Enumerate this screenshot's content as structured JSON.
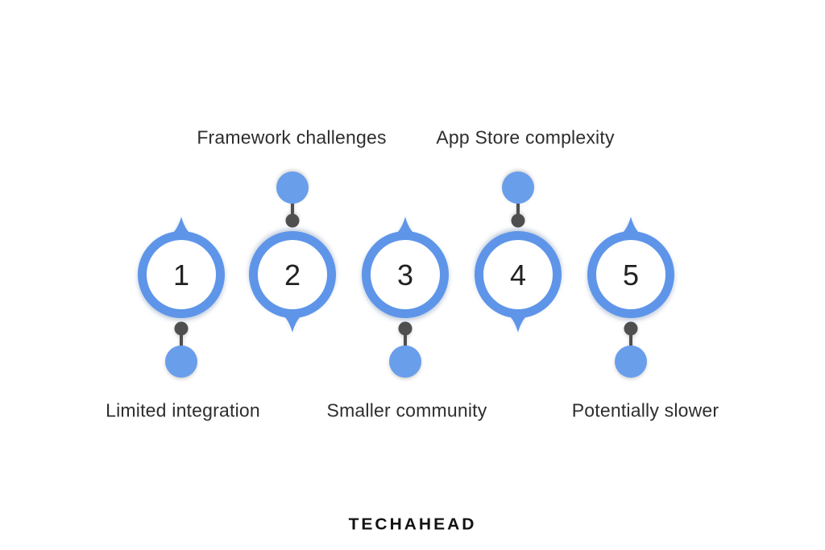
{
  "nodes": [
    {
      "number": "1",
      "label": "Limited integration",
      "label_position": "below"
    },
    {
      "number": "2",
      "label": "Framework challenges",
      "label_position": "above"
    },
    {
      "number": "3",
      "label": "Smaller community",
      "label_position": "below"
    },
    {
      "number": "4",
      "label": "App Store complexity",
      "label_position": "above"
    },
    {
      "number": "5",
      "label": "Potentially slower",
      "label_position": "below"
    }
  ],
  "footer": {
    "brand": "TECHAHEAD"
  },
  "colors": {
    "marker_blue": "#5E95E9",
    "ball_blue": "#699EEB",
    "connector_gray": "#4F4F4F",
    "label_text": "#2D2D2D",
    "number_text": "#212121",
    "background": "#FFFFFF",
    "logo_text": "#121212"
  }
}
